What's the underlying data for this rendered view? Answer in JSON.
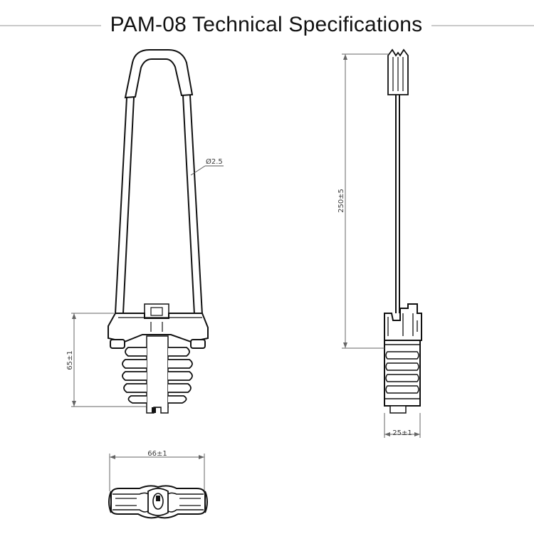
{
  "title": "PAM-08 Technical Specifications",
  "dimensions": {
    "wire_diameter": "Ø2.5",
    "total_length": "250±5",
    "body_height": "65±1",
    "body_width": "66±1",
    "body_thickness": "25±1"
  }
}
